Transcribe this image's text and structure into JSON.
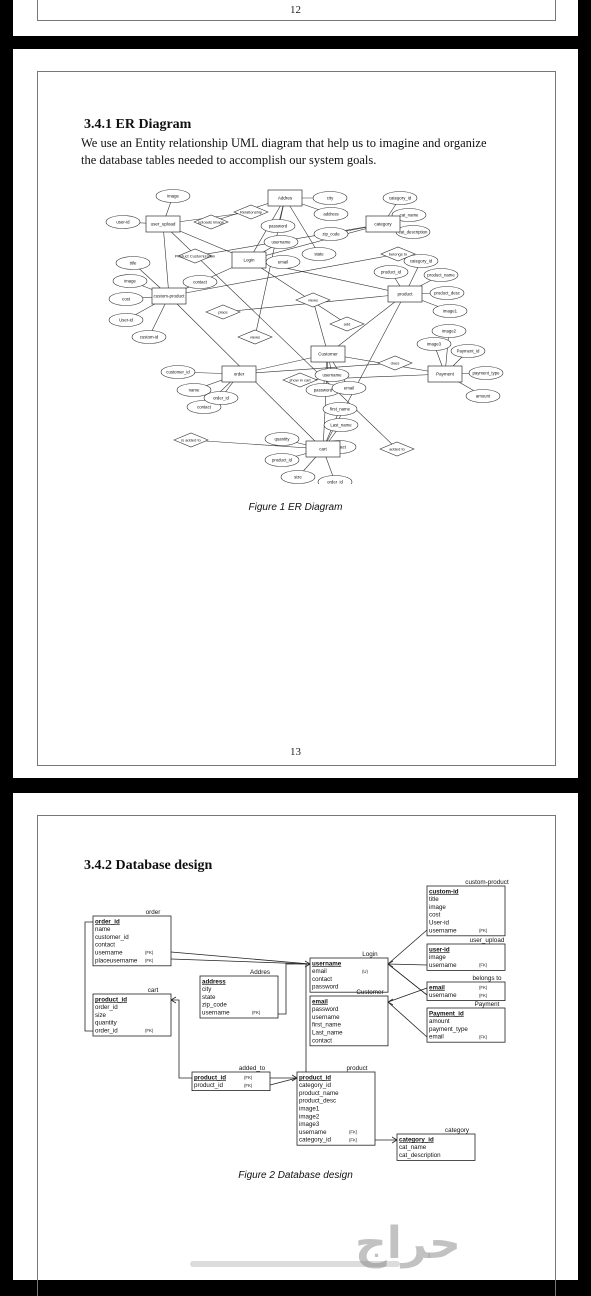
{
  "page_top": {
    "page_number": "12"
  },
  "page_er": {
    "heading": "3.4.1 ER Diagram",
    "paragraph_line1": "We use an Entity relationship UML diagram that help us to imagine and organize",
    "paragraph_line2": "the database tables needed to accomplish our system goals.",
    "figure_caption": "Figure 1 ER Diagram",
    "page_number": "13",
    "er": {
      "entities": [
        "user_upload",
        "Addres",
        "category",
        "Login",
        "custom-product",
        "product",
        "Customer",
        "order",
        "Payment",
        "cart"
      ],
      "relations": [
        "Relationship",
        "uploads image",
        "Product Customization",
        "add",
        "belongs to",
        "place",
        "views",
        "does",
        "show in cart",
        "is added to",
        "added to",
        "views"
      ],
      "attributes": [
        "image",
        "user-id",
        "city",
        "address",
        "zip_code",
        "state",
        "password",
        "username",
        "email",
        "category_id",
        "cat_name",
        "cat_description",
        "category_id",
        "product_id",
        "product_name",
        "product_desc",
        "image1",
        "image2",
        "image3",
        "title",
        "image",
        "cost",
        "User-id",
        "custom-id",
        "contact",
        "username",
        "password",
        "email",
        "first_name",
        "Last_name",
        "contact",
        "customer_id",
        "name",
        "contact",
        "order_id",
        "Payment_id",
        "payment_type",
        "amount",
        "quantity",
        "product_id",
        "size",
        "order_id"
      ]
    }
  },
  "page_db": {
    "heading": "3.4.2 Database design",
    "figure_caption": "Figure 2 Database design",
    "tables": {
      "order": {
        "title": "order",
        "fields": [
          "order_id",
          "name",
          "customer_id",
          "contact",
          "username",
          "placeusername"
        ],
        "fk": [
          "",
          "",
          "",
          "",
          "(FK)",
          "(FK)"
        ]
      },
      "cart": {
        "title": "cart",
        "fields": [
          "product_id",
          "order_id",
          "size",
          "quantity",
          "order_id"
        ],
        "fk": [
          "",
          "",
          "",
          "",
          "(FK)"
        ]
      },
      "addres": {
        "title": "Addres",
        "fields": [
          "address",
          "city",
          "state",
          "zip_code",
          "username"
        ],
        "fk": [
          "",
          "",
          "",
          "",
          "(FK)"
        ]
      },
      "login": {
        "title": "Login",
        "fields": [
          "username",
          "email",
          "contact",
          "password"
        ],
        "fk": [
          "",
          "(U)",
          "",
          ""
        ]
      },
      "customer": {
        "title": "Customer",
        "fields": [
          "email",
          "password",
          "username",
          "first_name",
          "Last_name",
          "contact"
        ],
        "fk": [
          "",
          "",
          "",
          "",
          "",
          ""
        ]
      },
      "custom_product": {
        "title": "custom-product",
        "fields": [
          "custom-id",
          "title",
          "image",
          "cost",
          "User-id",
          "username"
        ],
        "fk": [
          "",
          "",
          "",
          "",
          "",
          "(FK)"
        ]
      },
      "user_upload": {
        "title": "user_upload",
        "fields": [
          "user-id",
          "image",
          "username"
        ],
        "fk": [
          "",
          "",
          "(FK)"
        ]
      },
      "belongs_to": {
        "title": "belongs to",
        "fields": [
          "email",
          "username"
        ],
        "fk": [
          "(FK)",
          "(FK)"
        ]
      },
      "payment": {
        "title": "Payment",
        "fields": [
          "Payment_id",
          "amount",
          "payment_type",
          "email"
        ],
        "fk": [
          "",
          "",
          "",
          "(FK)"
        ]
      },
      "added_to": {
        "title": "added_to",
        "fields": [
          "product_id",
          "product_id"
        ],
        "fk": [
          "(FK)",
          "(FK)"
        ]
      },
      "product": {
        "title": "product",
        "fields": [
          "product_id",
          "category_id",
          "product_name",
          "product_desc",
          "image1",
          "image2",
          "image3",
          "username",
          "category_id"
        ],
        "fk": [
          "",
          "",
          "",
          "",
          "",
          "",
          "",
          "(FK)",
          "(FK)"
        ]
      },
      "category": {
        "title": "category",
        "fields": [
          "category_id",
          "cat_name",
          "cat_description"
        ],
        "fk": [
          "",
          "",
          ""
        ]
      }
    }
  },
  "watermark": {
    "text": "حراج"
  },
  "colors": {
    "background": "#000000",
    "page": "#ffffff",
    "line": "#333333"
  }
}
